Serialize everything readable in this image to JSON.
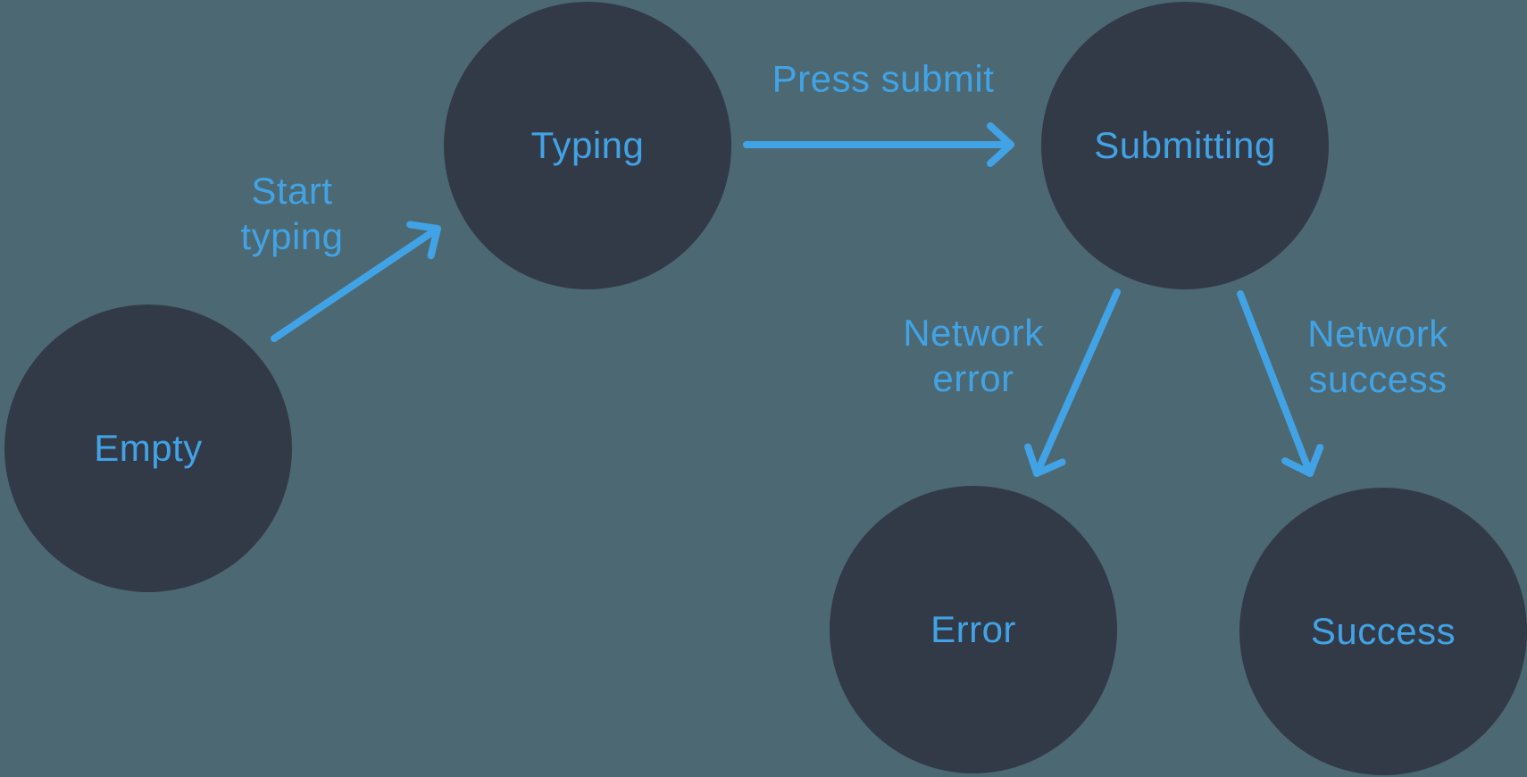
{
  "diagram": {
    "type": "state-machine",
    "nodes": [
      {
        "id": "empty",
        "label": "Empty"
      },
      {
        "id": "typing",
        "label": "Typing"
      },
      {
        "id": "submitting",
        "label": "Submitting"
      },
      {
        "id": "error",
        "label": "Error"
      },
      {
        "id": "success",
        "label": "Success"
      }
    ],
    "edges": [
      {
        "from": "empty",
        "to": "typing",
        "label": "Start typing"
      },
      {
        "from": "typing",
        "to": "submitting",
        "label": "Press submit"
      },
      {
        "from": "submitting",
        "to": "error",
        "label": "Network error"
      },
      {
        "from": "submitting",
        "to": "success",
        "label": "Network success"
      }
    ],
    "colors": {
      "background": "#4C6872",
      "node_fill": "#333A47",
      "accent": "#41A3E5"
    }
  }
}
